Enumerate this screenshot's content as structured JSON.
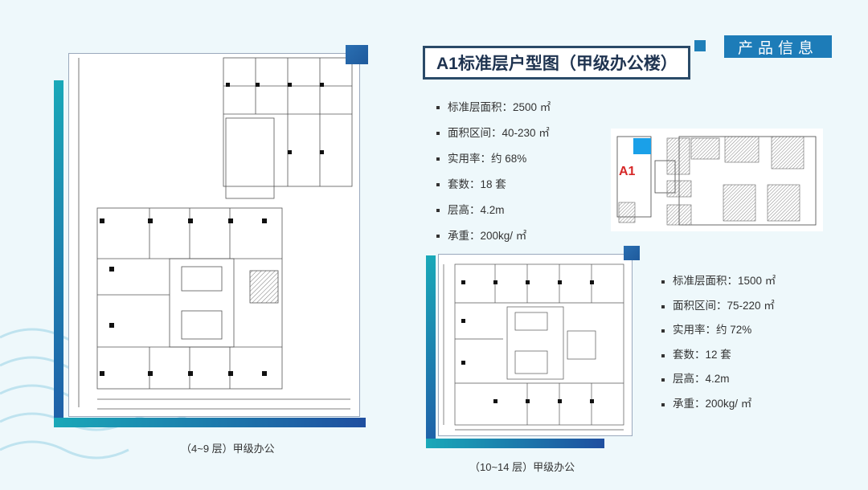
{
  "page": {
    "title": "A1标准层户型图（甲级办公楼）",
    "badge": "产品信息"
  },
  "plan_low": {
    "caption": "（4~9 层）甲级办公",
    "specs": [
      {
        "label": "标准层面积：",
        "value": "2500 ㎡"
      },
      {
        "label": "面积区间：",
        "value": "40-230 ㎡"
      },
      {
        "label": "实用率：",
        "value": "约 68%"
      },
      {
        "label": "套数：",
        "value": "18 套"
      },
      {
        "label": "层高：",
        "value": "4.2m"
      },
      {
        "label": "承重：",
        "value": "200kg/ ㎡"
      }
    ]
  },
  "plan_high": {
    "caption": "（10~14 层）甲级办公",
    "specs": [
      {
        "label": "标准层面积：",
        "value": "1500 ㎡"
      },
      {
        "label": "面积区间：",
        "value": "75-220 ㎡"
      },
      {
        "label": "实用率：",
        "value": "约 72%"
      },
      {
        "label": "套数：",
        "value": "12 套"
      },
      {
        "label": "层高：",
        "value": "4.2m"
      },
      {
        "label": "承重：",
        "value": "200kg/ ㎡"
      }
    ]
  },
  "keymap": {
    "label": "A1",
    "label_color": "#d62828",
    "highlight_color": "#1aa0e8"
  },
  "colors": {
    "accent": "#1d7cb8",
    "title_border": "#2a4a68"
  }
}
